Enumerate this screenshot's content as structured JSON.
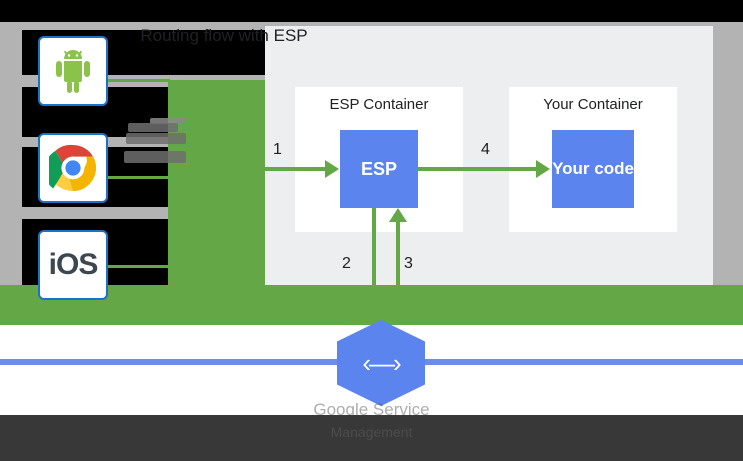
{
  "panel": {
    "title": "Routing flow with ESP",
    "containers": [
      {
        "title": "ESP Container",
        "box_label": "ESP"
      },
      {
        "title": "Your Container",
        "box_label": "Your code"
      }
    ],
    "step_labels": [
      "1",
      "2",
      "3",
      "4"
    ]
  },
  "clients": [
    {
      "name": "android",
      "label": ""
    },
    {
      "name": "chrome",
      "label": ""
    },
    {
      "name": "ios",
      "label": "iOS"
    }
  ],
  "endpoints": {
    "glyph": "‹—›",
    "caption": "Google Service",
    "subcaption": "Management"
  },
  "colors": {
    "green": "#63a746",
    "blue": "#5b84ee",
    "rail_blue": "#6b8ceb",
    "panel_bg": "#eceef0",
    "card_bg": "#ffffff",
    "page_gray": "#b3b3b3",
    "footer_dark": "#3d3d3d"
  }
}
